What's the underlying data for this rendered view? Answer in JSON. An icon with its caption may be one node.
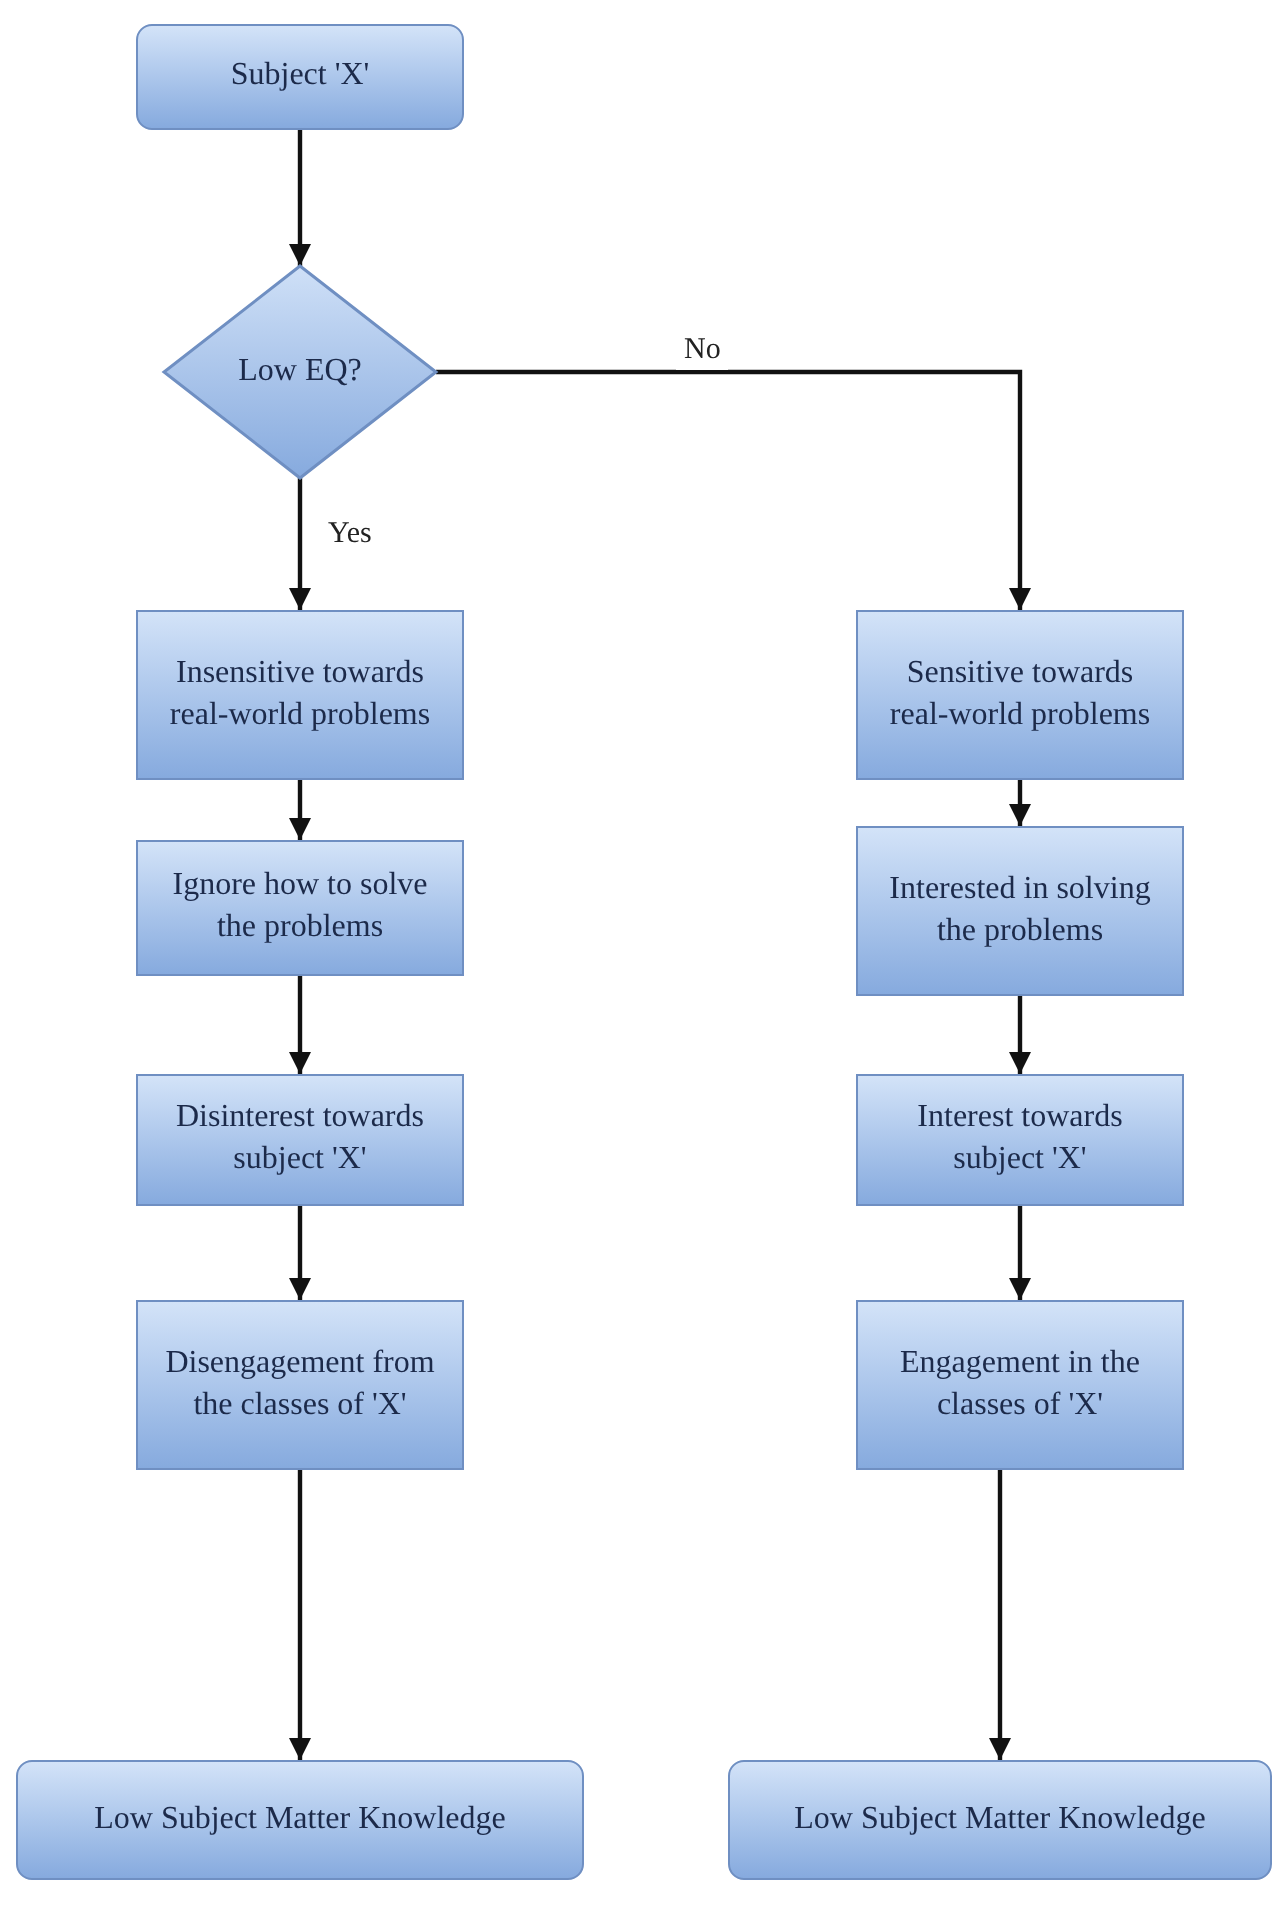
{
  "diagram": {
    "nodes": [
      {
        "text": [
          "Subject 'X'"
        ]
      },
      {
        "text": [
          "Low EQ?"
        ]
      },
      {
        "text": [
          "Insensitive towards real-world problems"
        ]
      },
      {
        "text": [
          "Ignore how to solve the problems"
        ]
      },
      {
        "text": [
          "Disinterest towards subject 'X'"
        ]
      },
      {
        "text": [
          "Disengagement from the classes of 'X'"
        ]
      },
      {
        "text": [
          "Low Subject Matter Knowledge"
        ]
      },
      {
        "text": [
          "Sensitive towards real-world problems"
        ]
      },
      {
        "text": [
          "Interested in solving the problems"
        ]
      },
      {
        "text": [
          "Interest towards subject 'X'"
        ]
      },
      {
        "text": [
          "Engagement in the classes of 'X'"
        ]
      },
      {
        "text": [
          "Low Subject Matter Knowledge"
        ]
      }
    ],
    "edges": [
      {
        "from": 0,
        "to": 1,
        "arrow": "to"
      },
      {
        "from": 1,
        "to": 2,
        "arrow": "to",
        "label": "Yes"
      },
      {
        "from": 2,
        "to": 3,
        "arrow": "to"
      },
      {
        "from": 3,
        "to": 4,
        "arrow": "to"
      },
      {
        "from": 4,
        "to": 5,
        "arrow": "to"
      },
      {
        "from": 5,
        "to": 6,
        "arrow": "to"
      },
      {
        "from": 1,
        "to": 7,
        "arrow": "to",
        "label": "No"
      },
      {
        "from": 7,
        "to": 8,
        "arrow": "to"
      },
      {
        "from": 8,
        "to": 9,
        "arrow": "to"
      },
      {
        "from": 9,
        "to": 10,
        "arrow": "to"
      },
      {
        "from": 10,
        "to": 11,
        "arrow": "to"
      }
    ]
  }
}
